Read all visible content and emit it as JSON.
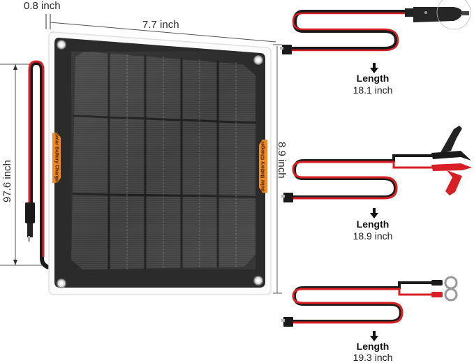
{
  "panel": {
    "label": "Solar Battery Charger",
    "frame_color": "#ffffff",
    "panel_color": "#2b2b2b",
    "accent_color": "#f08a24"
  },
  "dimensions": {
    "frame_border": "0.8 inch",
    "width": "7.7 inch",
    "height": "8.9 inch",
    "cable_length": "97.6 inch"
  },
  "cables": [
    {
      "type": "cigarette-lighter-plug",
      "title": "Length",
      "value": "18.1 inch"
    },
    {
      "type": "alligator-clips",
      "title": "Length",
      "value": "18.9 inch"
    },
    {
      "type": "ring-terminals",
      "title": "Length",
      "value": "19.3 inch"
    }
  ],
  "colors": {
    "wire_red": "#d81f26",
    "wire_black": "#1a1a1a",
    "orange": "#f08a24"
  }
}
